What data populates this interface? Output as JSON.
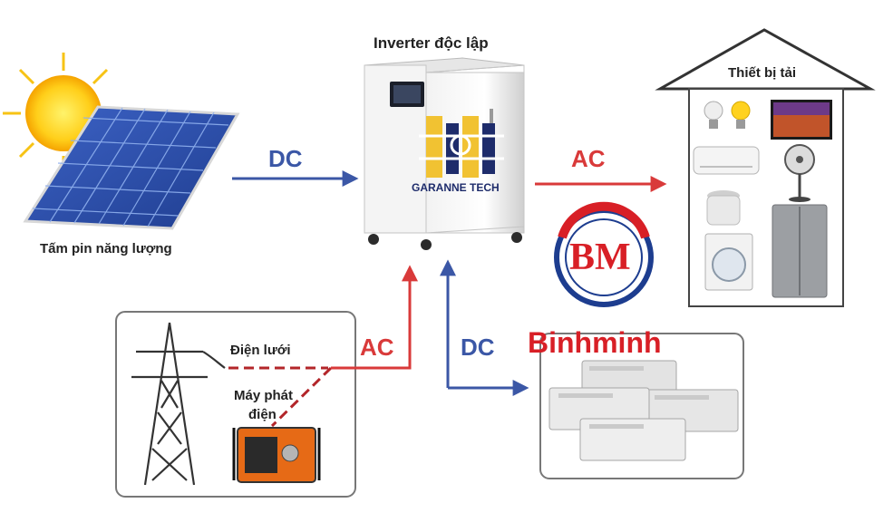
{
  "labels": {
    "solar_panel": "Tấm pin năng lượng",
    "inverter": "Inverter độc lập",
    "load_devices": "Thiết bị tải",
    "grid": "Điện lưới",
    "generator_line1": "Máy phát",
    "generator_line2": "điện",
    "inverter_brand": "GARANNE TECH",
    "watermark_logo": "BM",
    "watermark_name": "Binhminh"
  },
  "flows": {
    "panel_to_inverter": "DC",
    "inverter_to_load": "AC",
    "grid_to_inverter": "AC",
    "inverter_to_battery": "DC"
  },
  "colors": {
    "dc_arrow": "#3b57a6",
    "ac_arrow": "#d93a3a",
    "grid_line": "#b3262a",
    "watermark": "#d81f26",
    "logo_ring": "#1d3d8f"
  },
  "icons": [
    "sun-icon",
    "solar-panel-icon",
    "inverter-icon",
    "house-icon",
    "bulb-icon",
    "tv-icon",
    "air-conditioner-icon",
    "fan-icon",
    "rice-cooker-icon",
    "washing-machine-icon",
    "fridge-icon",
    "power-tower-icon",
    "generator-icon",
    "battery-icon"
  ]
}
